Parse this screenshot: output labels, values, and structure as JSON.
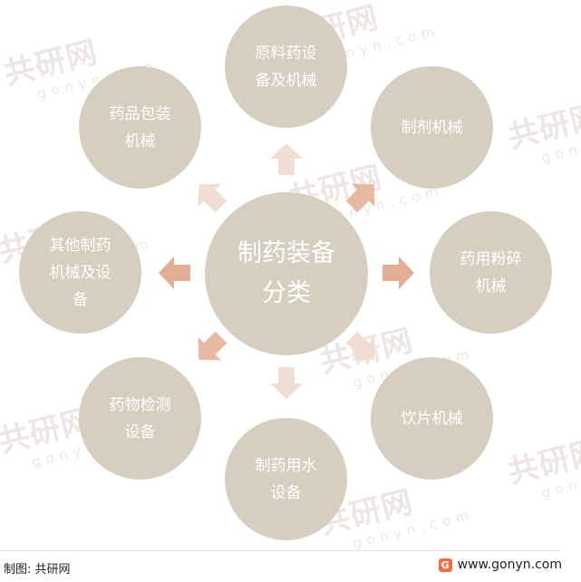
{
  "center": {
    "line1": "制药装备",
    "line2": "分类"
  },
  "nodes": {
    "top": "原料药设\n备及机械",
    "top_right": "制剂机械",
    "right": "药用粉碎\n机械",
    "bottom_right": "饮片机械",
    "bottom": "制药用水\n设备",
    "bottom_left": "药物检测\n设备",
    "left": "其他制药\n机械及设\n备",
    "top_left": "药品包装\n机械"
  },
  "watermark": {
    "text": "共研网",
    "sub": "gonyn.com"
  },
  "footer": {
    "credit": "制图: 共研网",
    "logo_glyph": "G",
    "site": "www.gonyn.com"
  },
  "colors": {
    "node_fill": "#d6cebf",
    "node_text": "#ffffff",
    "arrow_light": "#f0ddd3",
    "arrow_mid": "#e6b9a2",
    "arrow_dark": "#e2ae96",
    "logo": "#e8704a"
  }
}
